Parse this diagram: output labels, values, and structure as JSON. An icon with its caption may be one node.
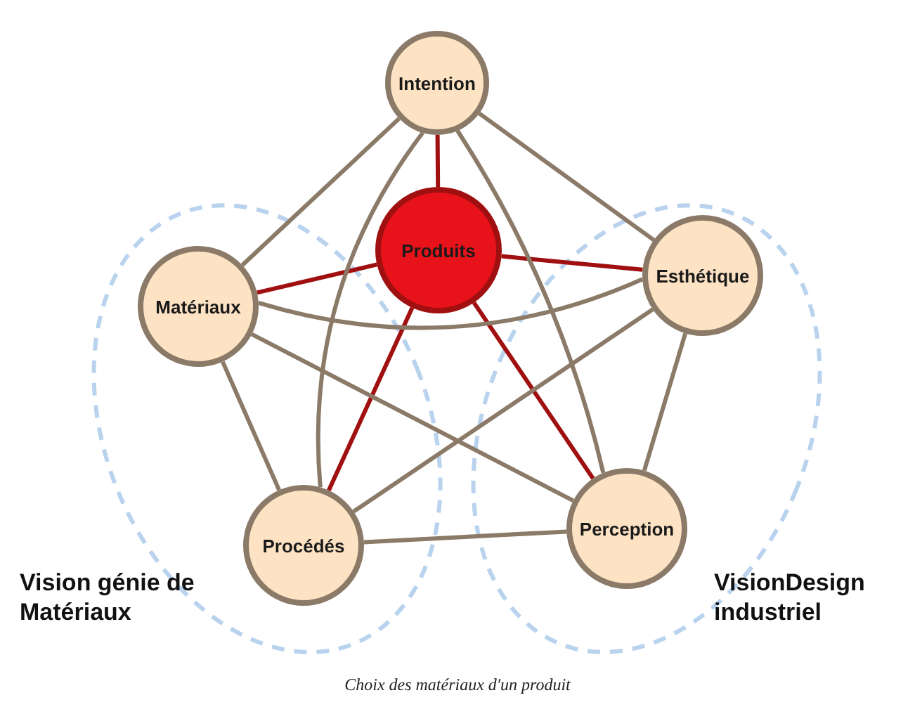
{
  "diagram": {
    "caption": "Choix des matériaux d'un produit",
    "nodes": [
      {
        "text": [
          "Intention"
        ]
      },
      {
        "text": [
          "Produits"
        ]
      },
      {
        "text": [
          "Matériaux"
        ]
      },
      {
        "text": [
          "Esthétique"
        ]
      },
      {
        "text": [
          "Procédés"
        ]
      },
      {
        "text": [
          "Perception"
        ]
      }
    ],
    "edges": [
      {
        "from": 1,
        "to": 0,
        "arrow": "none",
        "color": "#a01010"
      },
      {
        "from": 1,
        "to": 2,
        "arrow": "none",
        "color": "#a01010"
      },
      {
        "from": 1,
        "to": 3,
        "arrow": "none",
        "color": "#a01010"
      },
      {
        "from": 1,
        "to": 4,
        "arrow": "none",
        "color": "#a01010"
      },
      {
        "from": 1,
        "to": 5,
        "arrow": "none",
        "color": "#a01010"
      },
      {
        "from": 0,
        "to": 2,
        "arrow": "none"
      },
      {
        "from": 0,
        "to": 3,
        "arrow": "none"
      },
      {
        "from": 0,
        "to": 4,
        "arrow": "none"
      },
      {
        "from": 0,
        "to": 5,
        "arrow": "none"
      },
      {
        "from": 2,
        "to": 3,
        "arrow": "none"
      },
      {
        "from": 2,
        "to": 4,
        "arrow": "none"
      },
      {
        "from": 2,
        "to": 5,
        "arrow": "none"
      },
      {
        "from": 3,
        "to": 4,
        "arrow": "none"
      },
      {
        "from": 3,
        "to": 5,
        "arrow": "none"
      },
      {
        "from": 4,
        "to": 5,
        "arrow": "none"
      }
    ],
    "labels": [
      "Vision génie de Matériaux",
      "VisionDesign industriel"
    ]
  }
}
